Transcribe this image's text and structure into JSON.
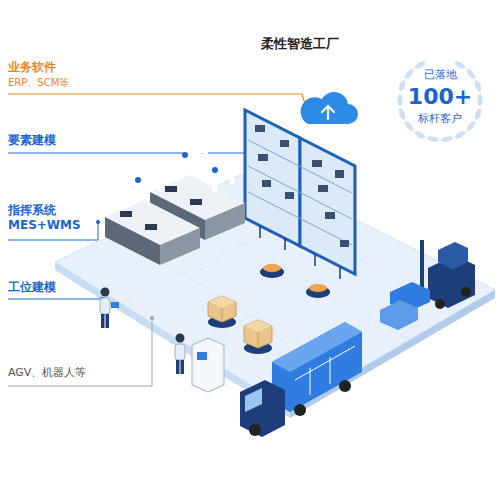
{
  "diagram": {
    "title": "柔性智造工厂",
    "labels": [
      "业务软件",
      "ERP、SCM等",
      "要素建模",
      "指挥系统 MES+WMS",
      "工位建模",
      "AGV、机器人等",
      "已落地",
      "100+",
      "标杆客户"
    ]
  }
}
